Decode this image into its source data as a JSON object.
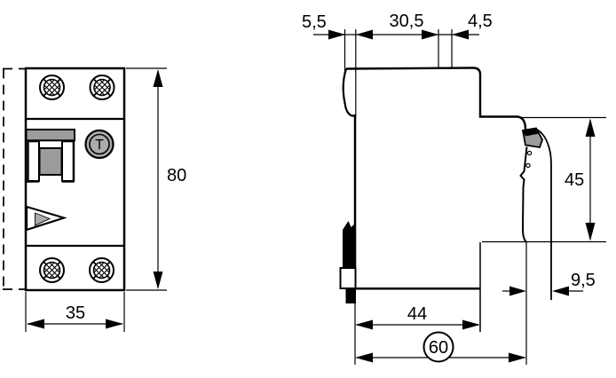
{
  "front_view": {
    "height_mm": "80",
    "width_mm": "35",
    "test_button_label": "T"
  },
  "side_view": {
    "lever_protrusion_mm": "5,5",
    "upper_depth_mm": "30,5",
    "top_notch_mm": "4,5",
    "rear_height_mm": "45",
    "din_clip_depth_mm": "9,5",
    "lower_depth_mm": "44",
    "total_depth_mm": "60"
  },
  "colors": {
    "line": "#000000",
    "gray_fill": "#9c9c9c",
    "light_gray_fill": "#ababab",
    "background": "#ffffff"
  }
}
